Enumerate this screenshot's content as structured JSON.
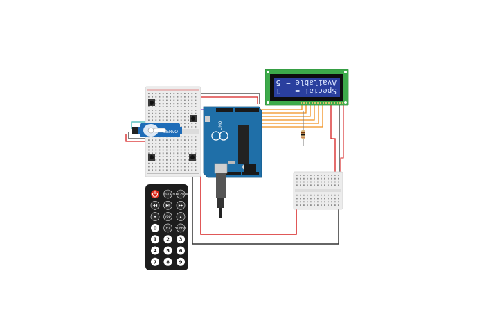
{
  "lcd": {
    "line1": "Special  =",
    "line2": "Available =",
    "value1": "1",
    "value2": "5"
  },
  "arduino": {
    "brand_label": "UNO",
    "color": "#1f6fa8"
  },
  "remote": {
    "power_label": "",
    "buttons": [
      {
        "label": "VOL+"
      },
      {
        "label": "FUNC/STOP"
      },
      {
        "label": "◀◀"
      },
      {
        "label": "▶II"
      },
      {
        "label": "▶▶"
      },
      {
        "label": "▼"
      },
      {
        "label": "VOL-"
      },
      {
        "label": "▲"
      },
      {
        "label": "0"
      },
      {
        "label": "EQ"
      },
      {
        "label": "ST/REPT"
      },
      {
        "label": "1"
      },
      {
        "label": "2"
      },
      {
        "label": "3"
      },
      {
        "label": "4"
      },
      {
        "label": "5"
      },
      {
        "label": "6"
      },
      {
        "label": "7"
      },
      {
        "label": "8"
      },
      {
        "label": "9"
      }
    ]
  },
  "colors": {
    "wire_red": "#d62020",
    "wire_black": "#333333",
    "wire_orange": "#f0901e",
    "lcd_pcb": "#3daa4a",
    "lcd_screen": "#2a3f9e"
  }
}
